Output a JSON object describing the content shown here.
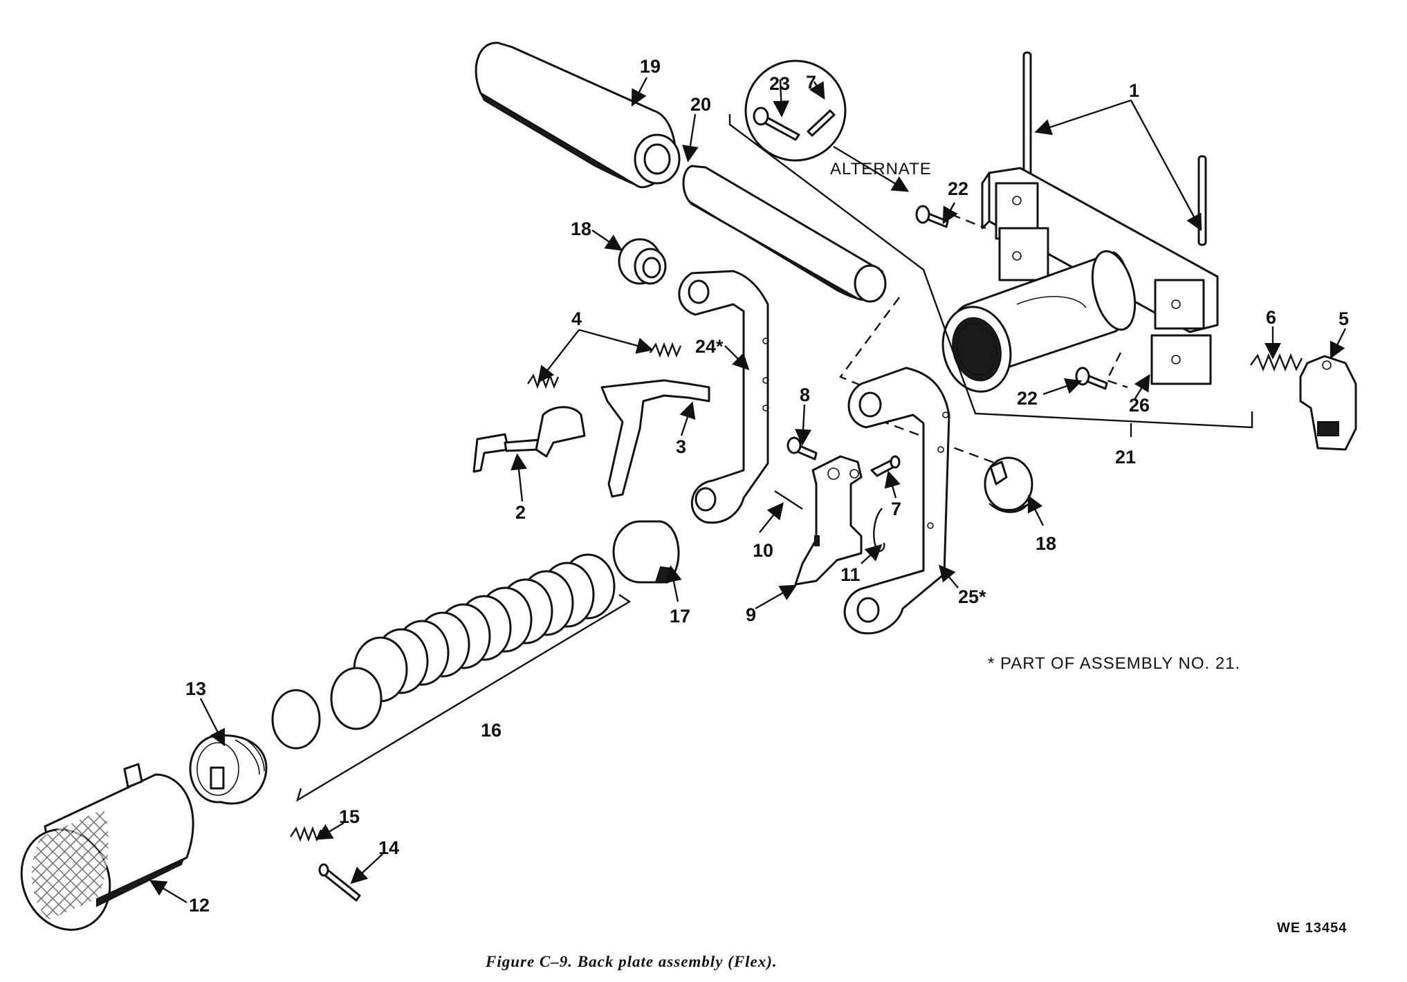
{
  "figure": {
    "caption": "Figure C–9. Back plate assembly (Flex).",
    "figure_id": "WE 13454",
    "note": "* PART OF ASSEMBLY NO. 21.",
    "alternate_label": "ALTERNATE"
  },
  "callouts": {
    "c1": "1",
    "c2": "2",
    "c3": "3",
    "c4": "4",
    "c5": "5",
    "c6": "6",
    "c7a": "7",
    "c7b": "7",
    "c8": "8",
    "c9": "9",
    "c10": "10",
    "c11": "11",
    "c12": "12",
    "c13": "13",
    "c14": "14",
    "c15": "15",
    "c16": "16",
    "c17": "17",
    "c18a": "18",
    "c18b": "18",
    "c19": "19",
    "c20": "20",
    "c21": "21",
    "c22a": "22",
    "c22b": "22",
    "c23": "23",
    "c24": "24*",
    "c25": "25*",
    "c26": "26"
  }
}
